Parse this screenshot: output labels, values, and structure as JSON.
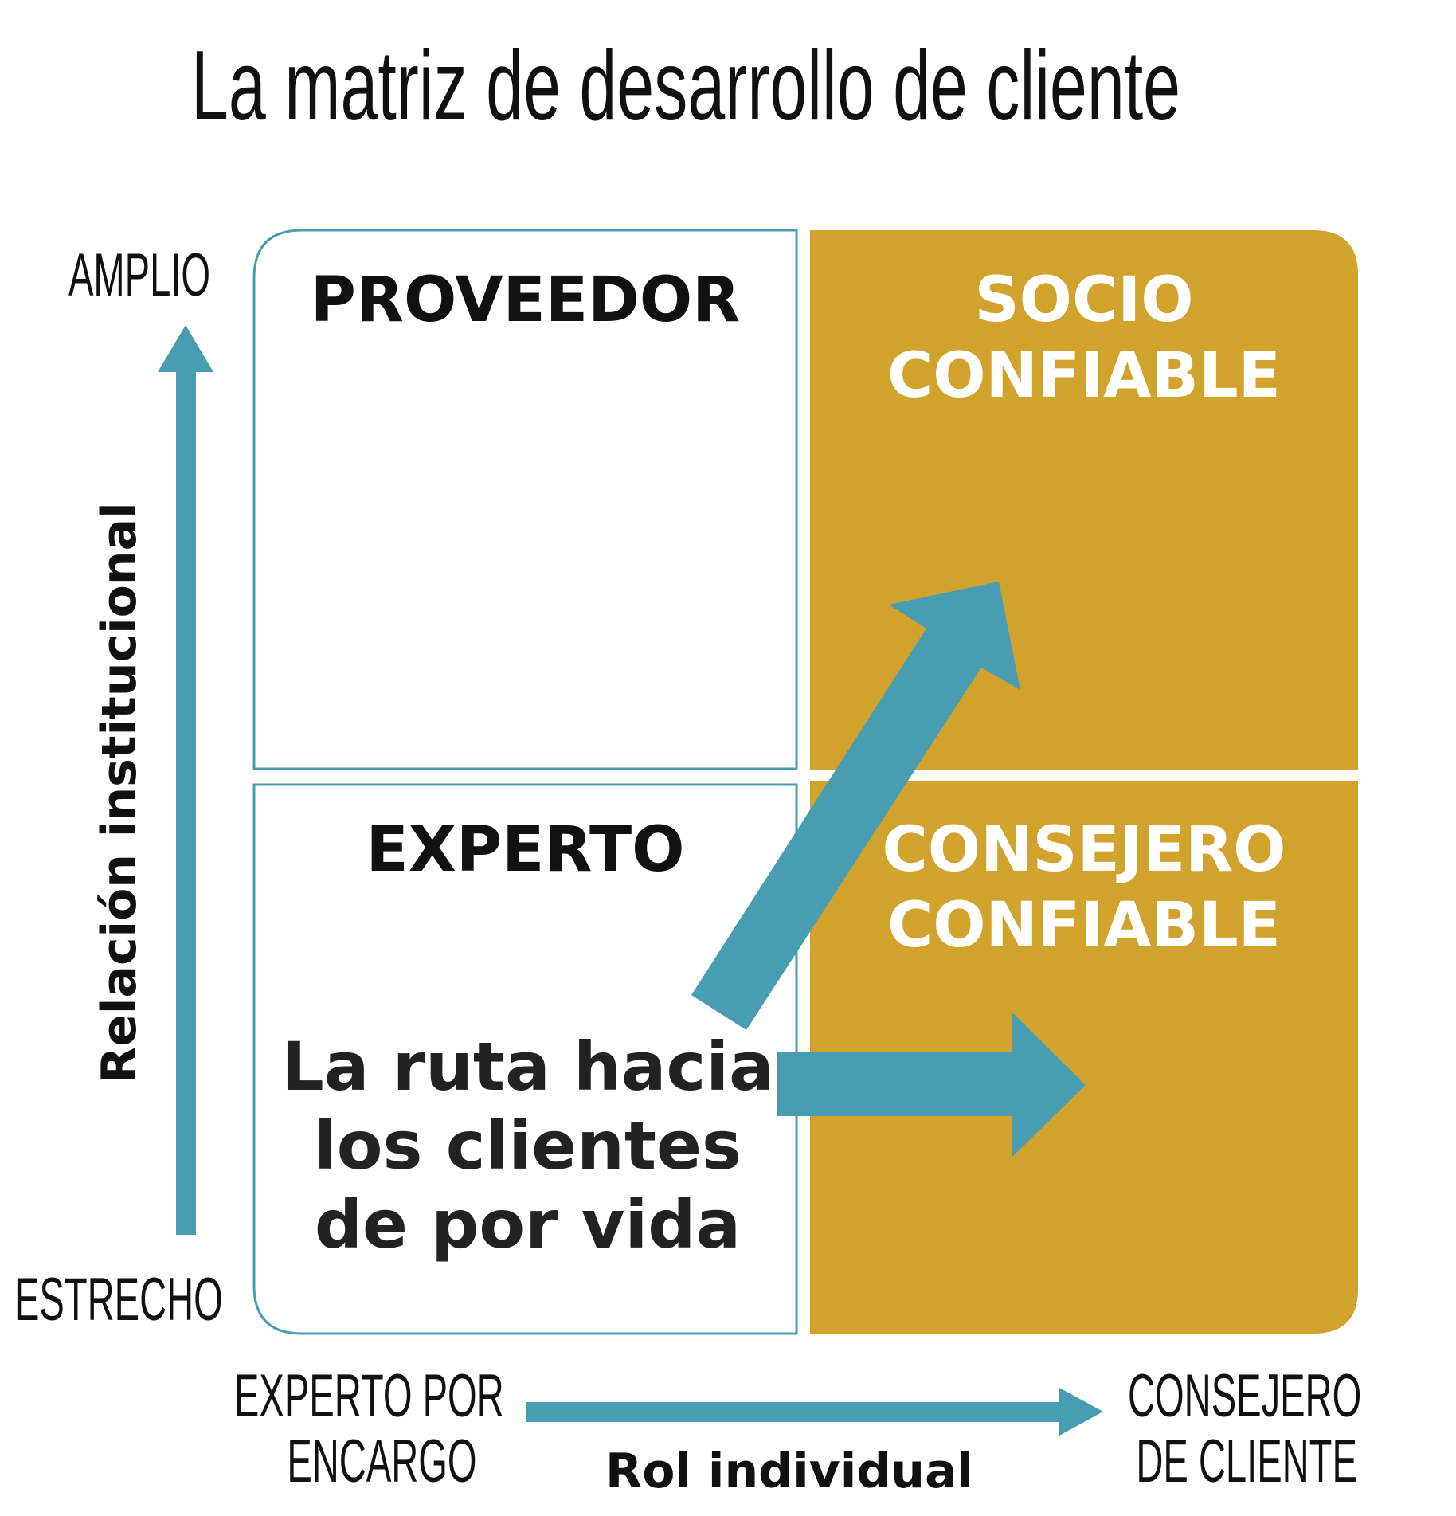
{
  "title": "La matriz de desarrollo de cliente",
  "y_axis": {
    "label": "Relación institucional",
    "top": "AMPLIO",
    "bottom": "ESTRECHO"
  },
  "x_axis": {
    "label": "Rol individual",
    "left_line1": "EXPERTO POR",
    "left_line2": "ENCARGO",
    "right_line1": "CONSEJERO",
    "right_line2": "DE CLIENTE"
  },
  "quadrants": {
    "top_left": "PROVEEDOR",
    "top_right_line1": "SOCIO",
    "top_right_line2": "CONFIABLE",
    "bottom_left": "EXPERTO",
    "bottom_right_line1": "CONSEJERO",
    "bottom_right_line2": "CONFIABLE"
  },
  "route": {
    "line1": "La ruta hacia",
    "line2": "los clientes",
    "line3": "de por vida"
  },
  "colors": {
    "teal": "#489db2",
    "gold": "#d1a32c",
    "text": "#111111"
  }
}
